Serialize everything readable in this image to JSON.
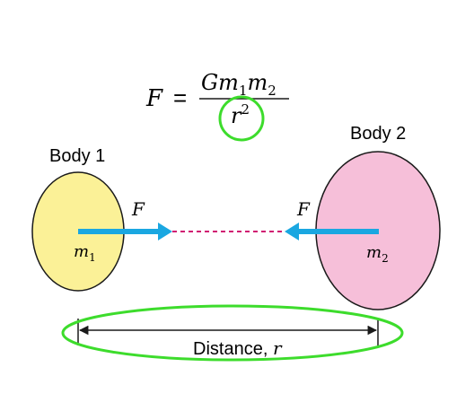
{
  "formula": {
    "lhs": "F",
    "equals": "=",
    "numerator_G": "G",
    "numerator_m": "m",
    "numerator_sub1": "1",
    "numerator_m2": "m",
    "numerator_sub2": "2",
    "denominator_r": "r",
    "denominator_exp": "2"
  },
  "body1": {
    "title": "Body 1",
    "mass_symbol": "m",
    "mass_sub": "1",
    "force_label": "F",
    "fill": "#fbf197"
  },
  "body2": {
    "title": "Body 2",
    "mass_symbol": "m",
    "mass_sub": "2",
    "force_label": "F",
    "fill": "#f6bfd9"
  },
  "distance": {
    "label_text": "Distance, ",
    "label_var": "r"
  },
  "colors": {
    "arrow": "#1aa7e1",
    "dashed_line": "#d01871",
    "highlight": "#3ddc2c",
    "outline": "#1a1a1a"
  }
}
